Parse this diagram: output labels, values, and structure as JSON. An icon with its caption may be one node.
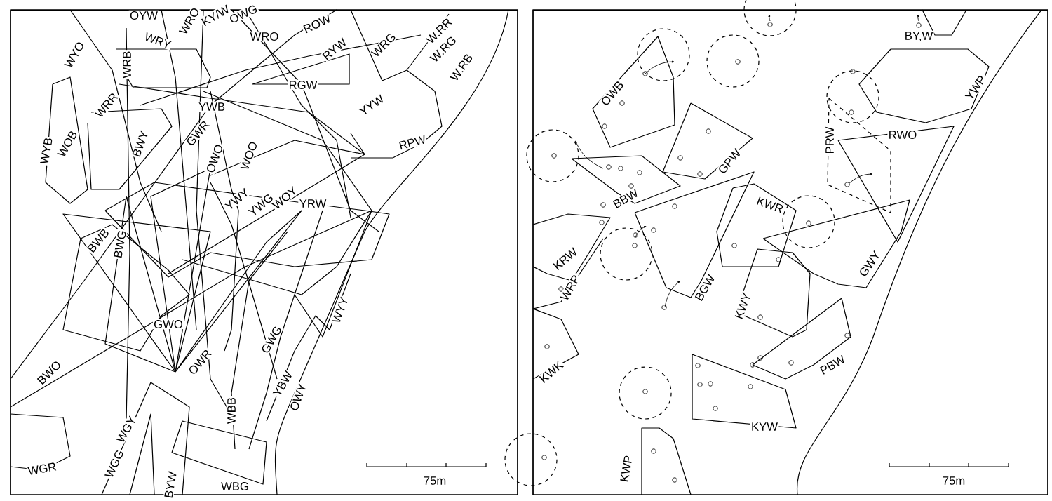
{
  "diagram": {
    "labels": [
      "OYW",
      "WRO",
      "KY/W",
      "OWG",
      "WRO",
      "ROW",
      "WRY",
      "WYO",
      "WRB",
      "RYW",
      "WRG",
      "W.RR",
      "W.RG",
      "W.RB",
      "RGW",
      "WRR",
      "YWB",
      "YYW",
      "WYB",
      "WOB",
      "BWY",
      "GWR",
      "OWO",
      "WOO",
      "RPW",
      "YWY",
      "YWG",
      "WOY",
      "YRW",
      "BWB",
      "BWG",
      "WYY",
      "GWO",
      "BWO",
      "OWR",
      "GWG",
      "YBW",
      "OWY",
      "WBB",
      "WGY",
      "WGR",
      "WGG",
      "BYW",
      "WBG",
      "75m",
      "BY,W",
      "OWB",
      "YWP",
      "RWO",
      "PRW",
      "GPW",
      "BBW",
      "KWR",
      "KRW",
      "BGW",
      "GWY",
      "WRP",
      "KWY",
      "KWK",
      "PBW",
      "KYW",
      "KWP",
      "75m"
    ]
  }
}
